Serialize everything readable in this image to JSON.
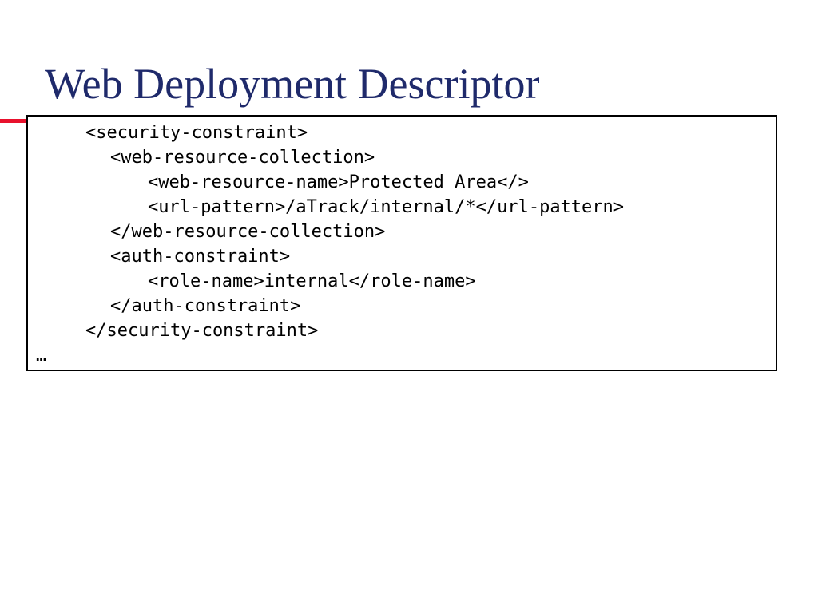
{
  "slide": {
    "title": "Web Deployment Descriptor",
    "code": {
      "line_1": "<security-constraint>",
      "line_2": "<web-resource-collection>",
      "line_3": "<web-resource-name>Protected Area</>",
      "line_4": "<url-pattern>/aTrack/internal/*</url-pattern>",
      "line_5": "</web-resource-collection>",
      "line_6": "<auth-constraint>",
      "line_7": "<role-name>internal</role-name>",
      "line_8": "</auth-constraint>",
      "line_9": "</security-constraint>",
      "line_10": "…"
    }
  },
  "colors": {
    "title": "#1f2a6b",
    "accent_rule": "#e8112d",
    "box_border": "#000000",
    "code_text": "#000000"
  }
}
